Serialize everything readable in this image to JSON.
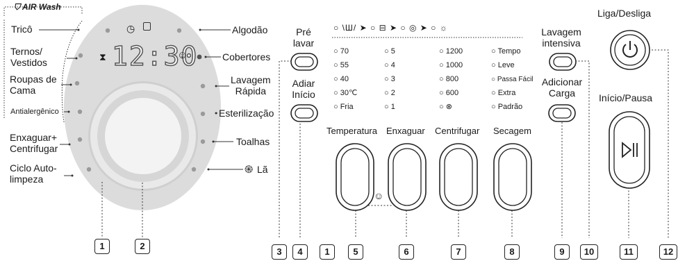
{
  "brand": "AIR Wash",
  "display_time": "12:30",
  "programs_left": [
    "Tricô",
    "Ternos/\nVestidos",
    "Roupas de\nCama",
    "Antialergênico",
    "Enxaguar+\nCentrifugar",
    "Ciclo Auto-\nlimpeza"
  ],
  "programs_right": [
    "Algodão",
    "Cobertores",
    "Lavagem\nRápida",
    "Esterilização",
    "Toalhas",
    "Lã"
  ],
  "buttons": {
    "pre_wash": "Pré\nlavar",
    "delay_start": "Adiar\nInício",
    "intensive": "Lavagem\nintensiva",
    "add_load": "Adicionar\nCarga",
    "power": "Liga/Desliga",
    "start_pause": "Início/Pausa",
    "temperature": "Temperatura",
    "rinse": "Enxaguar",
    "spin": "Centrifugar",
    "dry": "Secagem"
  },
  "options": {
    "temperature": [
      "70",
      "55",
      "40",
      "30℃",
      "Fria"
    ],
    "rinse": [
      "5",
      "4",
      "3",
      "2",
      "1"
    ],
    "spin": [
      "1200",
      "1000",
      "800",
      "600",
      "⊗"
    ],
    "dry": [
      "Tempo",
      "Leve",
      "Passa Fácil",
      "Extra",
      "Padrão"
    ]
  },
  "callouts": [
    "1",
    "2",
    "3",
    "4",
    "1",
    "5",
    "6",
    "7",
    "8",
    "9",
    "10",
    "11",
    "12"
  ]
}
